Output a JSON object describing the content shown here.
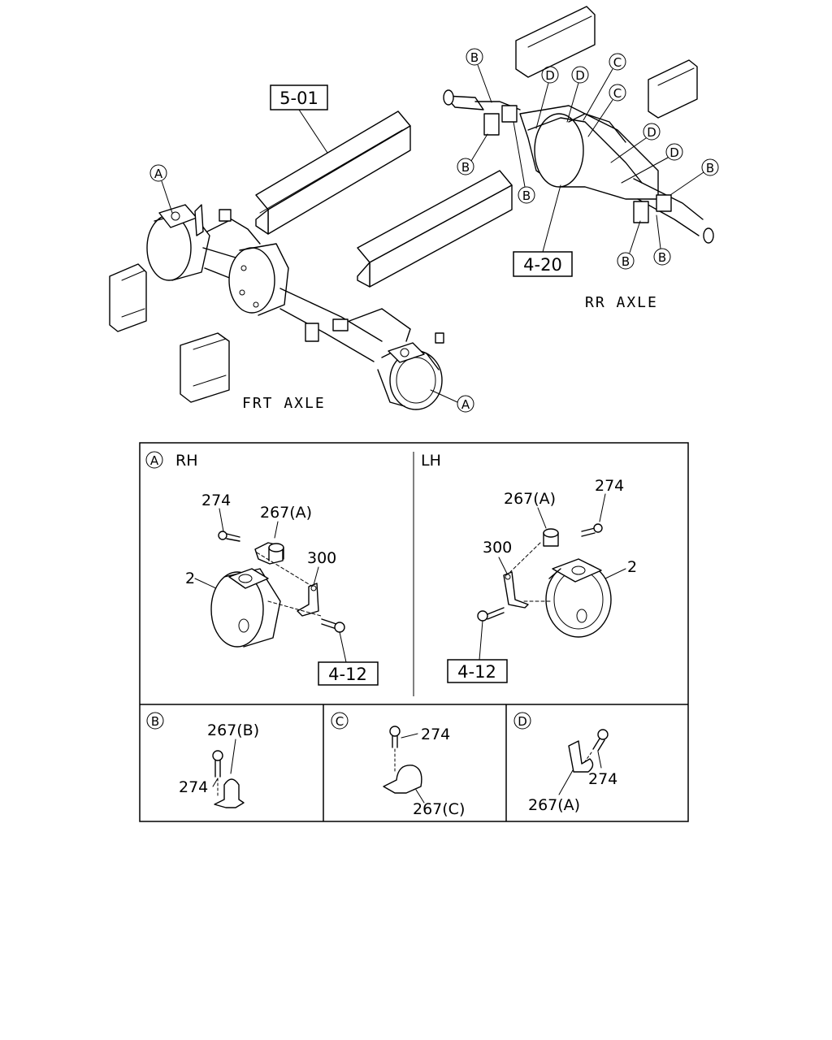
{
  "overview": {
    "frt_axle_label": "FRT AXLE",
    "rr_axle_label": "RR AXLE",
    "ref_frame": "5-01",
    "ref_rear_axle": "4-20",
    "callout_a": "A",
    "callout_b": "B",
    "callout_c": "C",
    "callout_d": "D"
  },
  "detail_a": {
    "marker": "A",
    "rh": {
      "title": "RH",
      "bolt": "274",
      "clip": "267(A)",
      "bracket": "300",
      "knuckle": "2",
      "ref": "4-12"
    },
    "lh": {
      "title": "LH",
      "bolt": "274",
      "clip": "267(A)",
      "bracket": "300",
      "knuckle": "2",
      "ref": "4-12"
    }
  },
  "detail_b": {
    "marker": "B",
    "clip": "267(B)",
    "bolt": "274"
  },
  "detail_c": {
    "marker": "C",
    "clip": "267(C)",
    "bolt": "274"
  },
  "detail_d": {
    "marker": "D",
    "clip": "267(A)",
    "bolt": "274"
  }
}
